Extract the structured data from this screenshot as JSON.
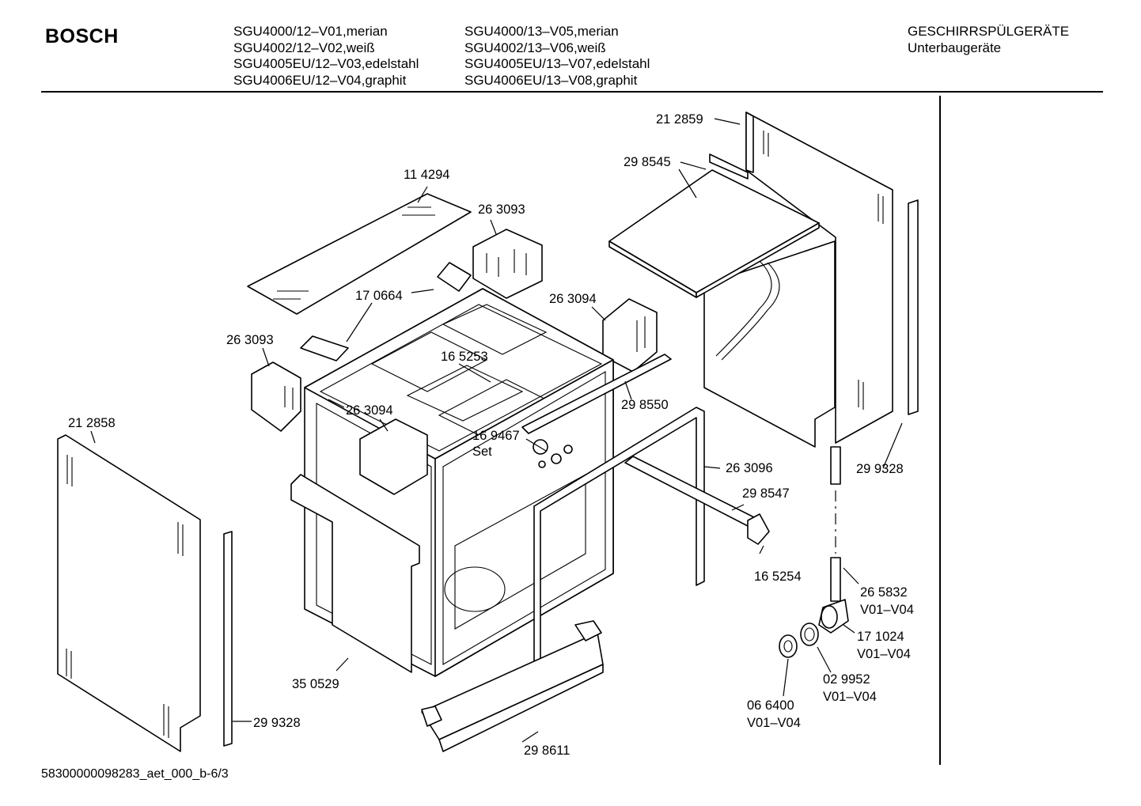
{
  "header": {
    "brand": "BOSCH",
    "models_col1": [
      "SGU4000/12–V01,merian",
      "SGU4002/12–V02,weiß",
      "SGU4005EU/12–V03,edelstahl",
      "SGU4006EU/12–V04,graphit"
    ],
    "models_col2": [
      "SGU4000/13–V05,merian",
      "SGU4002/13–V06,weiß",
      "SGU4005EU/13–V07,edelstahl",
      "SGU4006EU/13–V08,graphit"
    ],
    "category": "GESCHIRRSPÜLGERÄTE",
    "subcategory": "Unterbaugeräte"
  },
  "footer": {
    "doc_id": "58300000098283_aet_000_b-6/3"
  },
  "parts": {
    "p212859": "21 2859",
    "p298545": "29 8545",
    "p114294": "11 4294",
    "p263093a": "26 3093",
    "p170664": "17 0664",
    "p263094a": "26 3094",
    "p263093b": "26 3093",
    "p165253": "16 5253",
    "p298550": "29 8550",
    "p263094b": "26 3094",
    "p212858": "21 2858",
    "p169467": "16 9467",
    "p169467_note": "Set",
    "p263096": "26 3096",
    "p299328a": "29 9328",
    "p298547": "29 8547",
    "p165254": "16 5254",
    "p265832": "26 5832",
    "p265832_var": "V01–V04",
    "p171024": "17 1024",
    "p171024_var": "V01–V04",
    "p350529": "35 0529",
    "p029952": "02 9952",
    "p029952_var": "V01–V04",
    "p066400": "06 6400",
    "p066400_var": "V01–V04",
    "p299328b": "29 9328",
    "p298611": "29 8611"
  }
}
